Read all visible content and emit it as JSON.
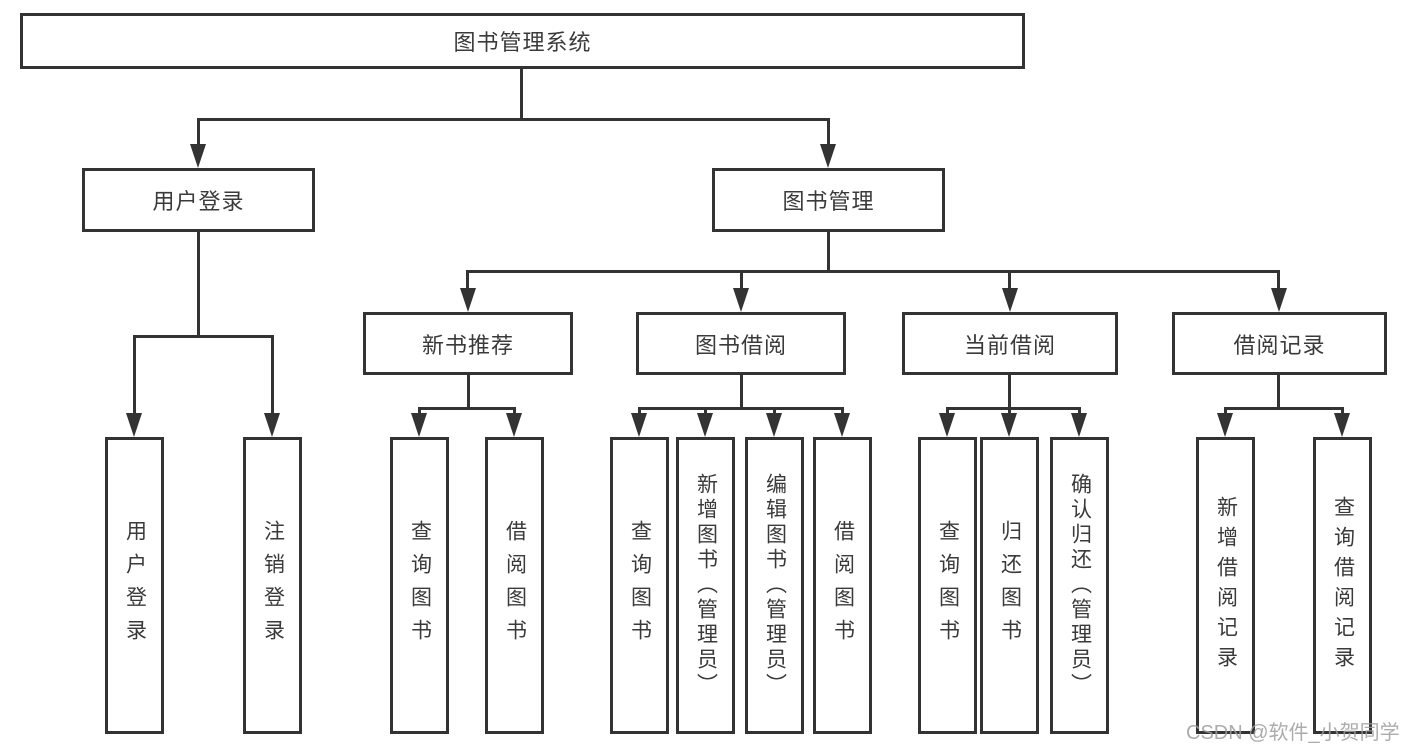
{
  "diagram": {
    "root": {
      "label": "图书管理系统"
    },
    "level2": [
      {
        "id": "user-login",
        "label": "用户登录"
      },
      {
        "id": "book-management",
        "label": "图书管理"
      }
    ],
    "level3": [
      {
        "id": "new-book-recommend",
        "label": "新书推荐"
      },
      {
        "id": "book-borrowing",
        "label": "图书借阅"
      },
      {
        "id": "current-borrowing",
        "label": "当前借阅"
      },
      {
        "id": "borrowing-records",
        "label": "借阅记录"
      }
    ],
    "leaves": {
      "user_login": [
        {
          "label": "用户登录"
        },
        {
          "label": "注销登录"
        }
      ],
      "new_book_recommend": [
        {
          "label": "查询图书"
        },
        {
          "label": "借阅图书"
        }
      ],
      "book_borrowing": [
        {
          "label": "查询图书"
        },
        {
          "label": "新增图书（管理员）"
        },
        {
          "label": "编辑图书（管理员）"
        },
        {
          "label": "借阅图书"
        }
      ],
      "current_borrowing": [
        {
          "label": "查询图书"
        },
        {
          "label": "归还图书"
        },
        {
          "label": "确认归还（管理员）"
        }
      ],
      "borrowing_records": [
        {
          "label": "新增借阅记录"
        },
        {
          "label": "查询借阅记录"
        }
      ]
    }
  },
  "watermark": "CSDN @软件_小贺同学",
  "colors": {
    "line": "#333333",
    "text": "#3a3a3a",
    "watermark": "#b3b3b3"
  }
}
